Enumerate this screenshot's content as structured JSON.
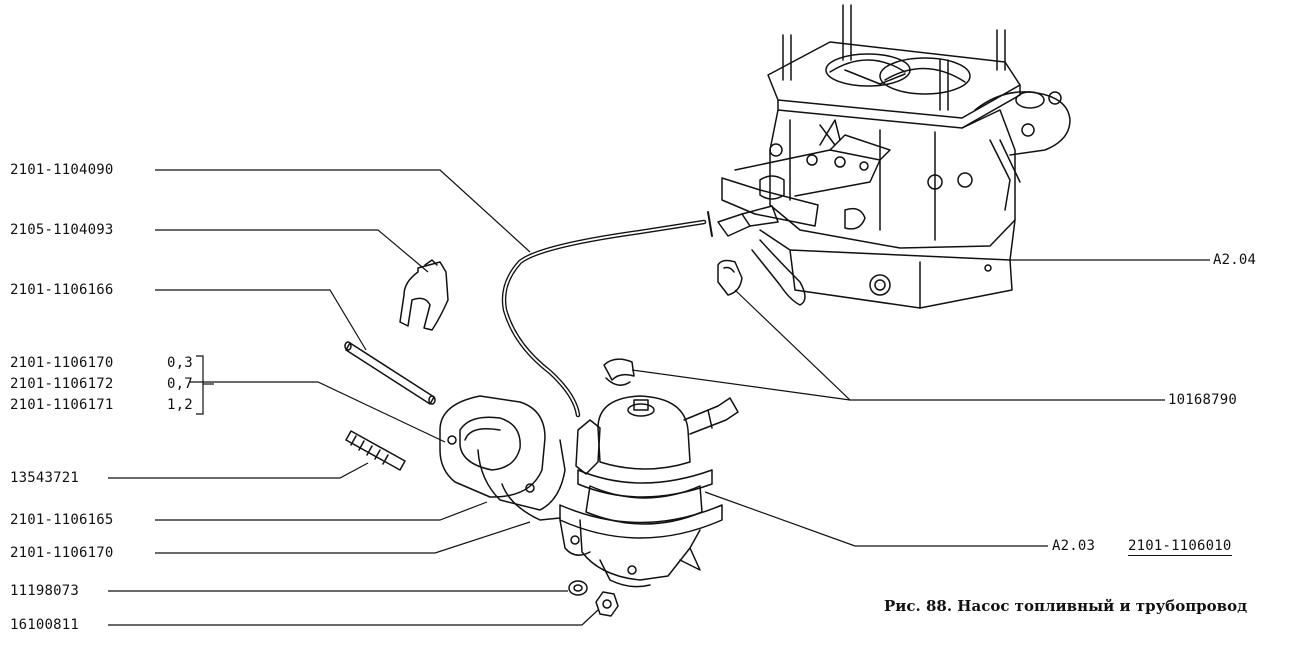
{
  "labels": {
    "l1": "2101-1104090",
    "l2": "2105-1104093",
    "l3": "2101-1106166",
    "l4": "2101-1106170",
    "l4v": "0,3",
    "l5": "2101-1106172",
    "l5v": "0,7",
    "l6": "2101-1106171",
    "l6v": "1,2",
    "l7": "13543721",
    "l8": "2101-1106165",
    "l9": "2101-1106170",
    "l10": "11198073",
    "l11": "16100811",
    "r1": "A2.04",
    "r2": "10168790",
    "r3": "A2.03",
    "r4": "2101-1106010"
  },
  "caption": "Рис. 88. Насос топливный и трубопровод"
}
